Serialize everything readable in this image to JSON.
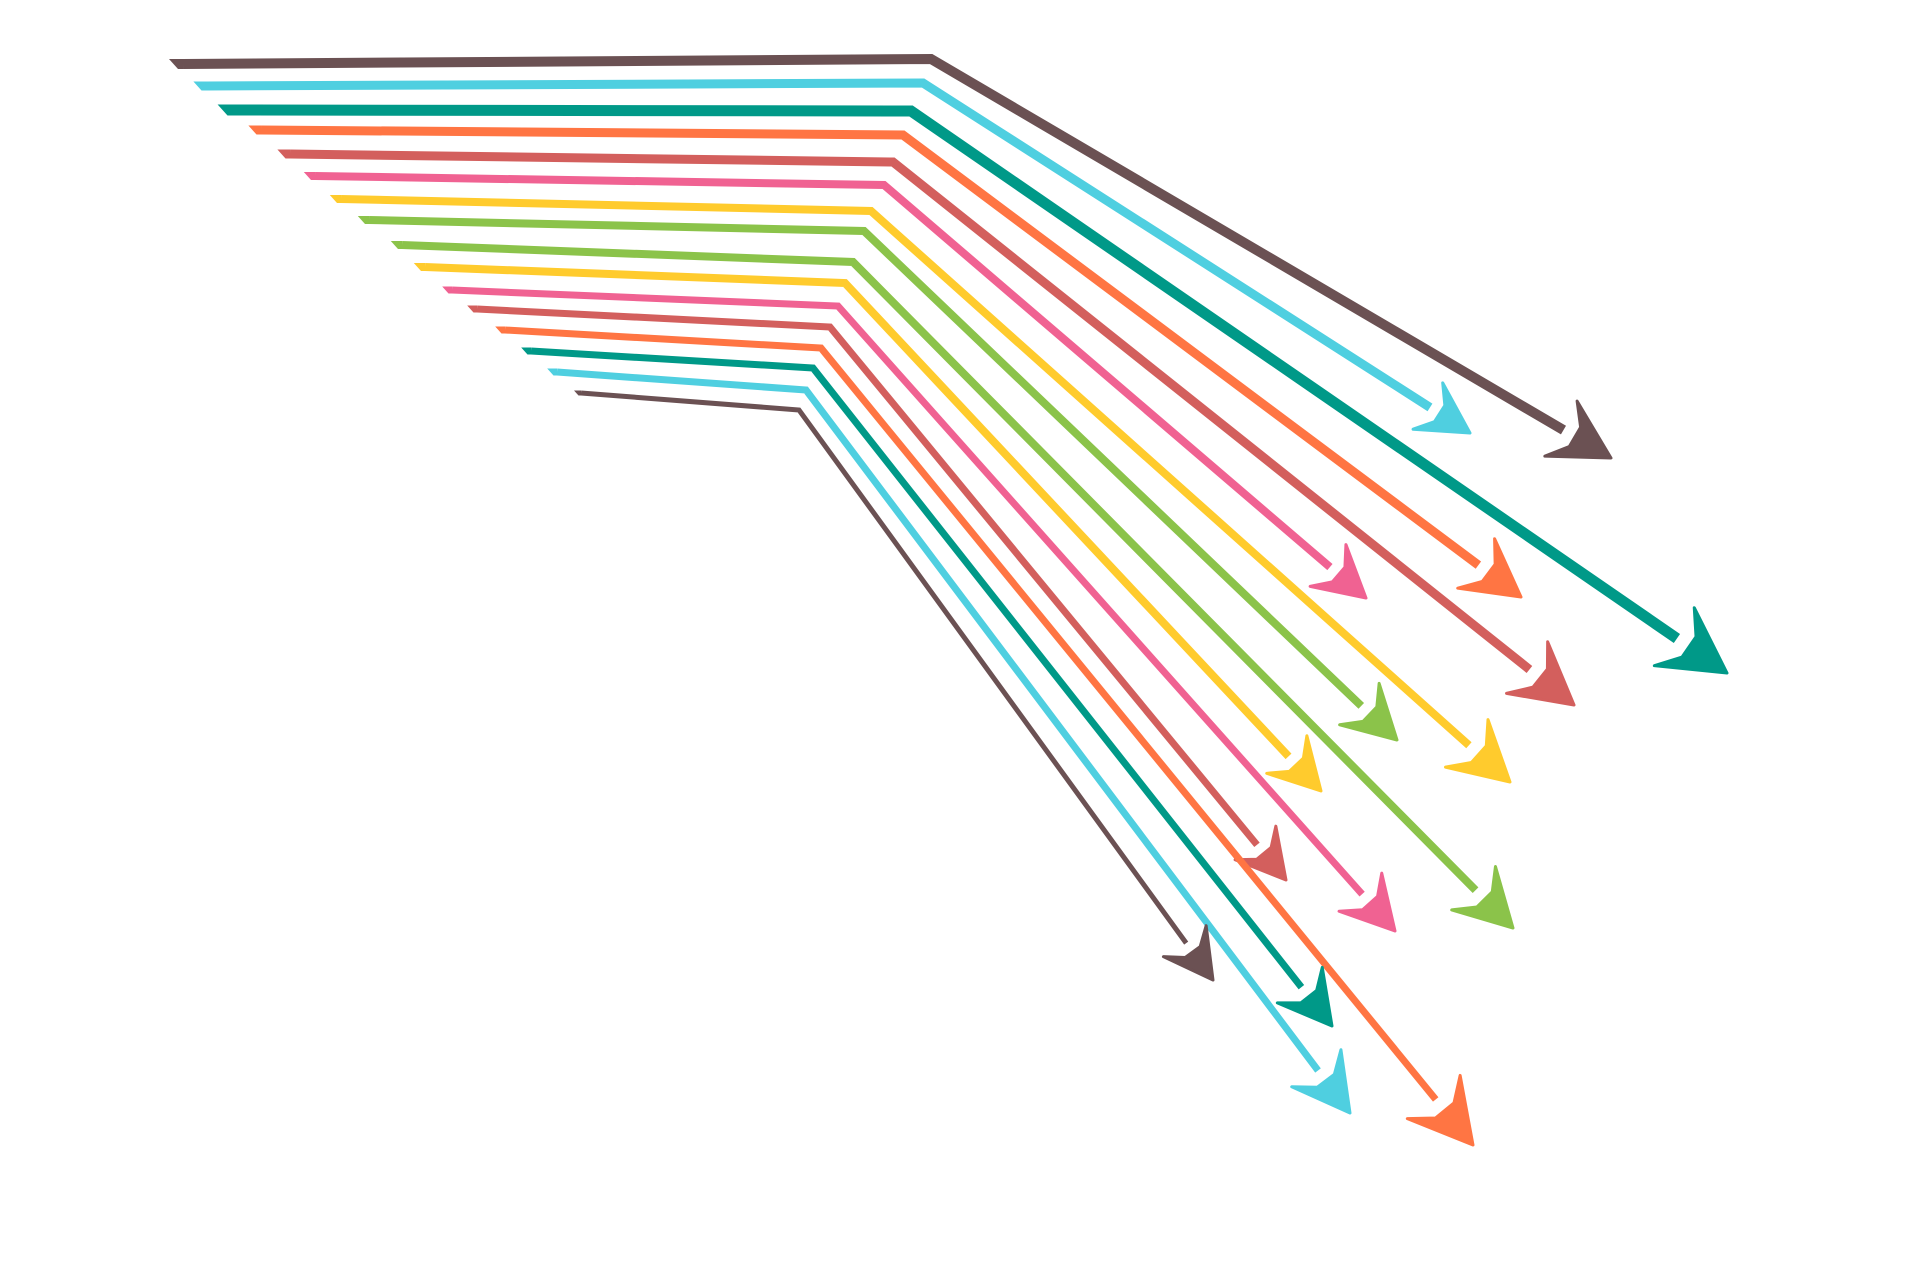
{
  "illustration": {
    "background": "#ffffff",
    "arrows": [
      {
        "name": "arrow-brown-top",
        "color": "#6b5153"
      },
      {
        "name": "arrow-cyan-top",
        "color": "#4fcfe0"
      },
      {
        "name": "arrow-teal-top",
        "color": "#009988"
      },
      {
        "name": "arrow-orange-top",
        "color": "#ff7543"
      },
      {
        "name": "arrow-red-top",
        "color": "#d35f5d"
      },
      {
        "name": "arrow-pink-top",
        "color": "#f06292"
      },
      {
        "name": "arrow-yellow-top",
        "color": "#ffcb2d"
      },
      {
        "name": "arrow-green-top",
        "color": "#8bc34a"
      },
      {
        "name": "arrow-green-bottom",
        "color": "#8bc34a"
      },
      {
        "name": "arrow-yellow-bottom",
        "color": "#ffcb2d"
      },
      {
        "name": "arrow-pink-bottom",
        "color": "#f06292"
      },
      {
        "name": "arrow-red-bottom",
        "color": "#d35f5d"
      },
      {
        "name": "arrow-orange-bottom",
        "color": "#ff7543"
      },
      {
        "name": "arrow-teal-bottom",
        "color": "#009988"
      },
      {
        "name": "arrow-cyan-bottom",
        "color": "#4fcfe0"
      },
      {
        "name": "arrow-brown-bottom",
        "color": "#6b5153"
      }
    ]
  }
}
